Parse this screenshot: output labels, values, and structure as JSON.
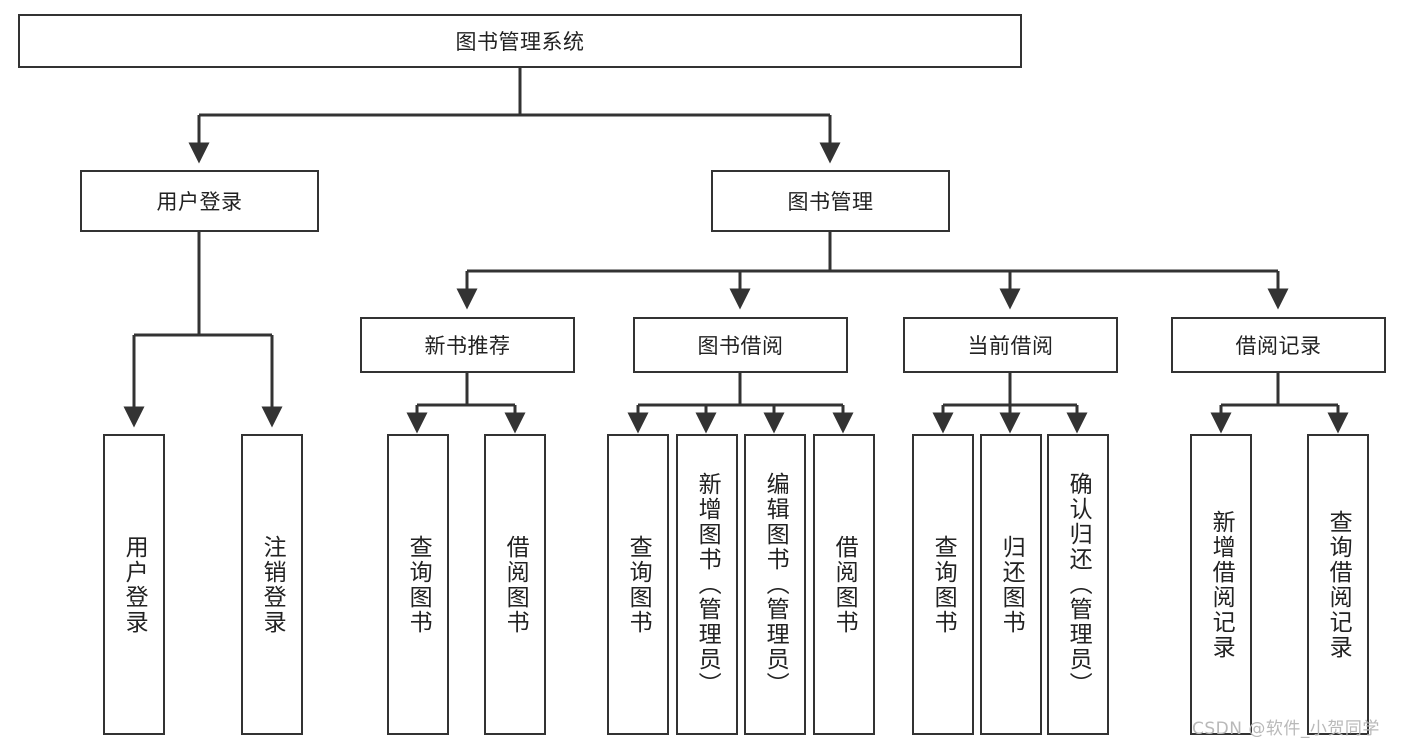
{
  "diagram": {
    "title_node": {
      "label": "图书管理系统"
    },
    "level1": [
      {
        "label": "用户登录"
      },
      {
        "label": "图书管理"
      }
    ],
    "level2": [
      {
        "label": "新书推荐"
      },
      {
        "label": "图书借阅"
      },
      {
        "label": "当前借阅"
      },
      {
        "label": "借阅记录"
      }
    ],
    "leaves": [
      {
        "label": "用户登录"
      },
      {
        "label": "注销登录"
      },
      {
        "label": "查询图书"
      },
      {
        "label": "借阅图书"
      },
      {
        "label": "查询图书"
      },
      {
        "label": "新增图书（管理员）"
      },
      {
        "label": "编辑图书（管理员）"
      },
      {
        "label": "借阅图书"
      },
      {
        "label": "查询图书"
      },
      {
        "label": "归还图书"
      },
      {
        "label": "确认归还（管理员）"
      },
      {
        "label": "新增借阅记录"
      },
      {
        "label": "查询借阅记录"
      }
    ]
  },
  "watermark": {
    "text": "CSDN @软件_小贺同学"
  },
  "colors": {
    "stroke": "#333333",
    "background": "#ffffff",
    "text": "#222222",
    "watermark": "#b9b9b9"
  }
}
